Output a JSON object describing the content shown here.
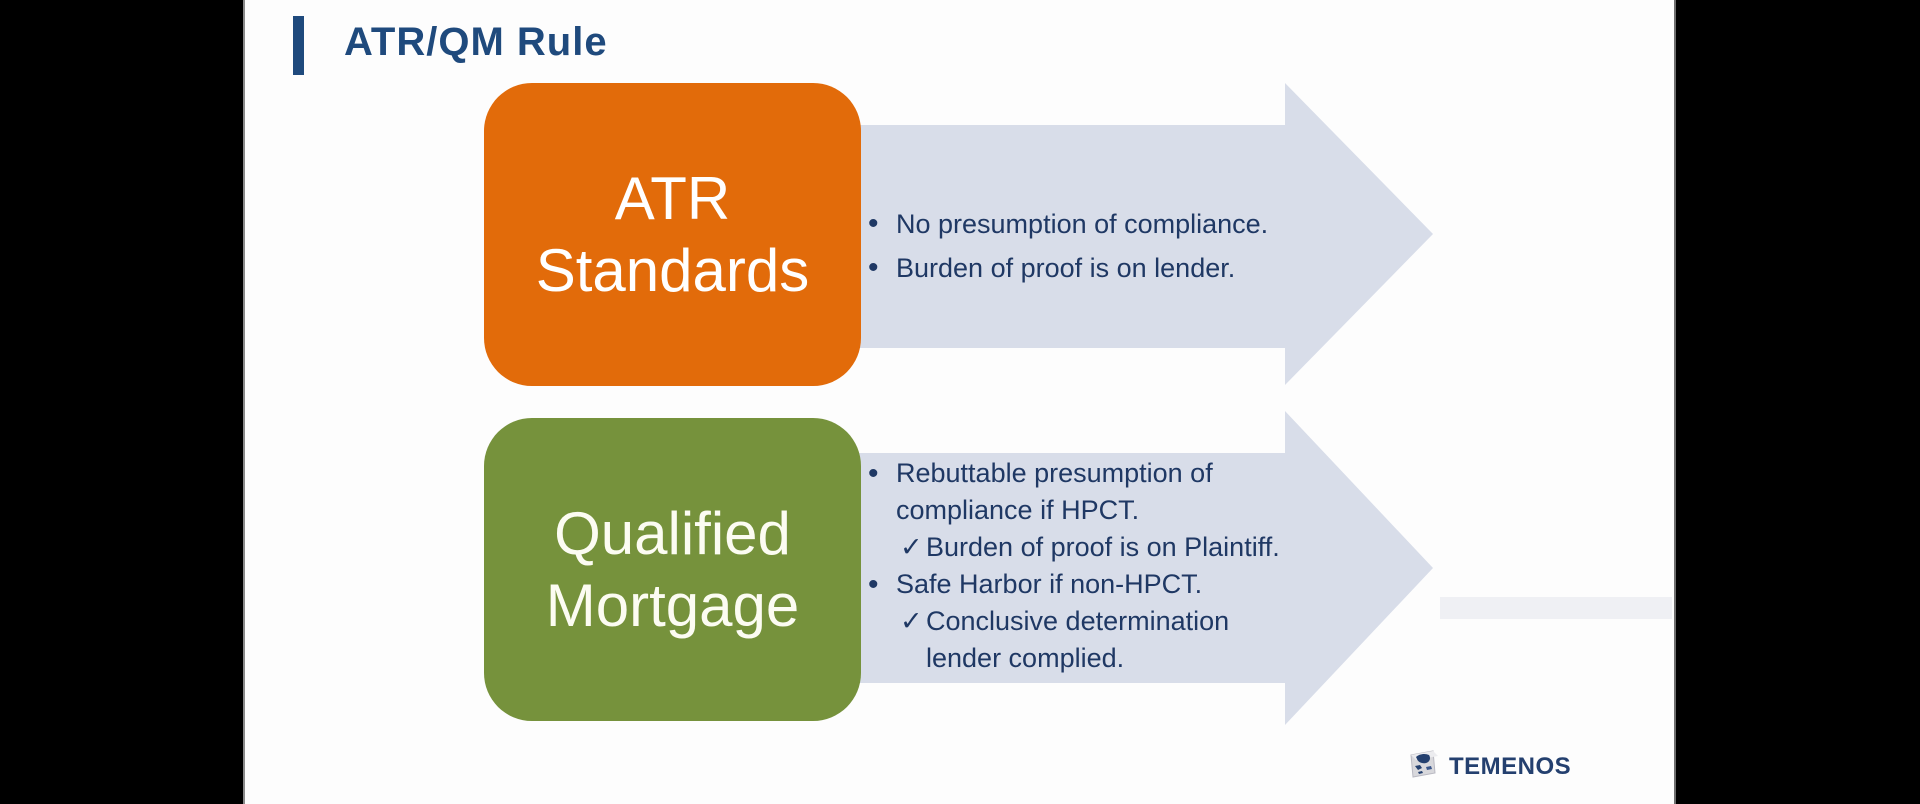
{
  "frame": {
    "letterbox_color": "#000000",
    "slide_background": "#FDFDFD"
  },
  "slide": {
    "title": "ATR/QM Rule",
    "title_color": "#1F4A7D",
    "accent_color": "#1F4A7D",
    "arrow_fill": "#D8DDE9",
    "text_color": "#1F3864",
    "rows": [
      {
        "box_line1": "ATR",
        "box_line2": "Standards",
        "box_color": "#E26B0A",
        "lines": [
          {
            "marker": "•",
            "text": "No presumption of compliance."
          },
          {
            "marker": "•",
            "text": "Burden of proof is on lender."
          }
        ]
      },
      {
        "box_line1": "Qualified",
        "box_line2": "Mortgage",
        "box_color": "#76923C",
        "lines": [
          {
            "marker": "•",
            "text": "Rebuttable presumption of"
          },
          {
            "marker": "",
            "text": "compliance if HPCT."
          },
          {
            "marker": "✓",
            "text": "Burden of proof is on Plaintiff."
          },
          {
            "marker": "•",
            "text": "Safe Harbor if non-HPCT."
          },
          {
            "marker": "✓",
            "text": "Conclusive determination"
          },
          {
            "marker": "",
            "text": "lender complied."
          }
        ]
      }
    ],
    "logo": {
      "text": "TEMENOS",
      "color": "#24406F",
      "icon": "temenos-globe-icon"
    }
  }
}
